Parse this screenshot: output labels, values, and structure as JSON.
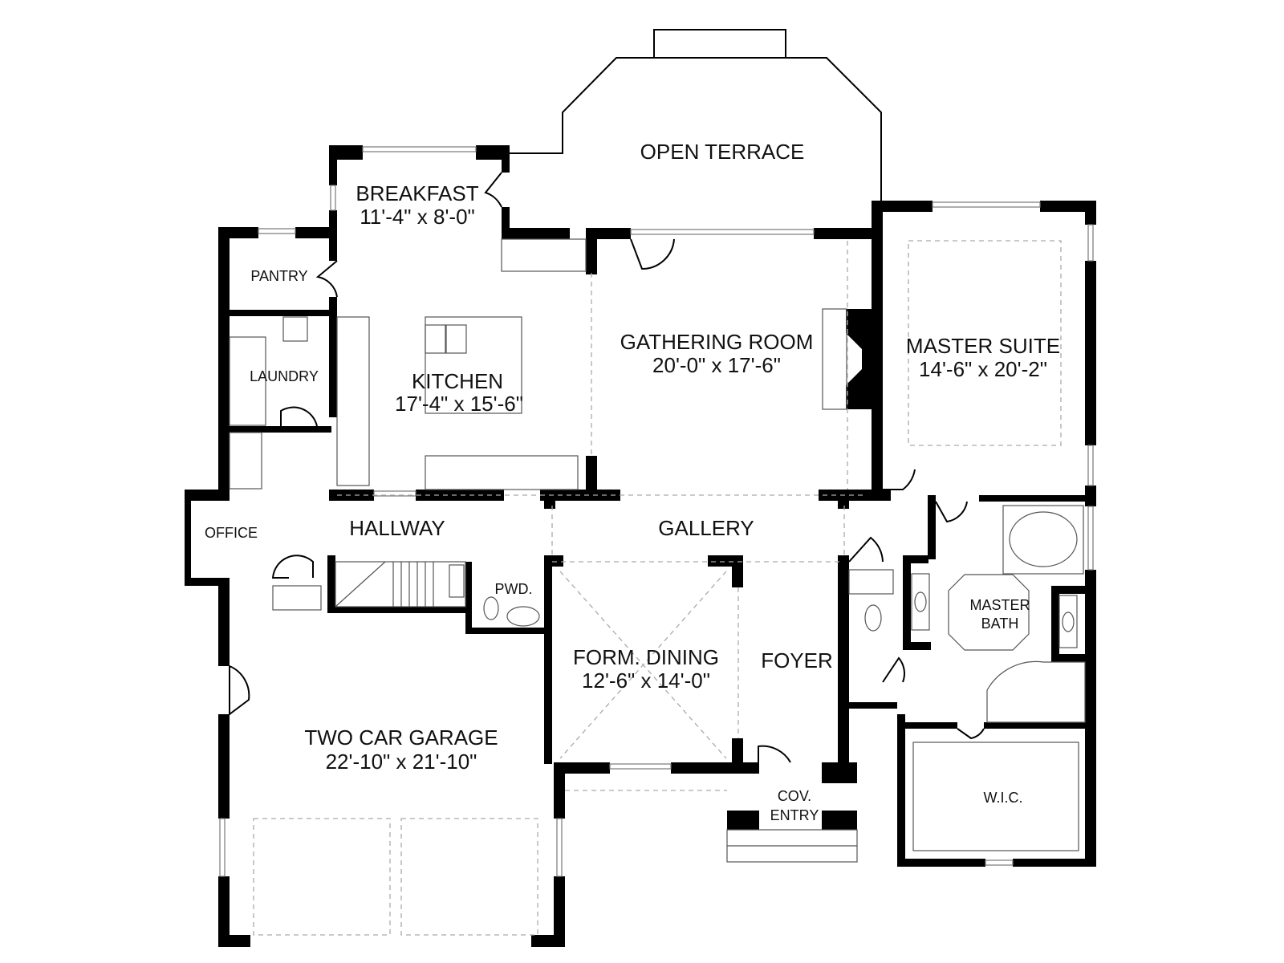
{
  "rooms": {
    "open_terrace": {
      "name": "OPEN TERRACE"
    },
    "breakfast": {
      "name": "BREAKFAST",
      "size": "11'-4\" x 8'-0\""
    },
    "pantry": {
      "name": "PANTRY"
    },
    "laundry": {
      "name": "LAUNDRY"
    },
    "kitchen": {
      "name": "KITCHEN",
      "size": "17'-4\" x 15'-6\""
    },
    "gathering_room": {
      "name": "GATHERING ROOM",
      "size": "20'-0\" x 17'-6\""
    },
    "master_suite": {
      "name": "MASTER SUITE",
      "size": "14'-6\" x 20'-2\""
    },
    "office": {
      "name": "OFFICE"
    },
    "hallway": {
      "name": "HALLWAY"
    },
    "gallery": {
      "name": "GALLERY"
    },
    "pwd": {
      "name": "PWD."
    },
    "master_bath": {
      "name_line1": "MASTER",
      "name_line2": "BATH"
    },
    "form_dining": {
      "name": "FORM. DINING",
      "size": "12'-6\" x 14'-0\""
    },
    "foyer": {
      "name": "FOYER"
    },
    "two_car_garage": {
      "name": "TWO CAR GARAGE",
      "size": "22'-10\" x 21'-10\""
    },
    "cov_entry": {
      "name_line1": "COV.",
      "name_line2": "ENTRY"
    },
    "wic": {
      "name": "W.I.C."
    }
  }
}
